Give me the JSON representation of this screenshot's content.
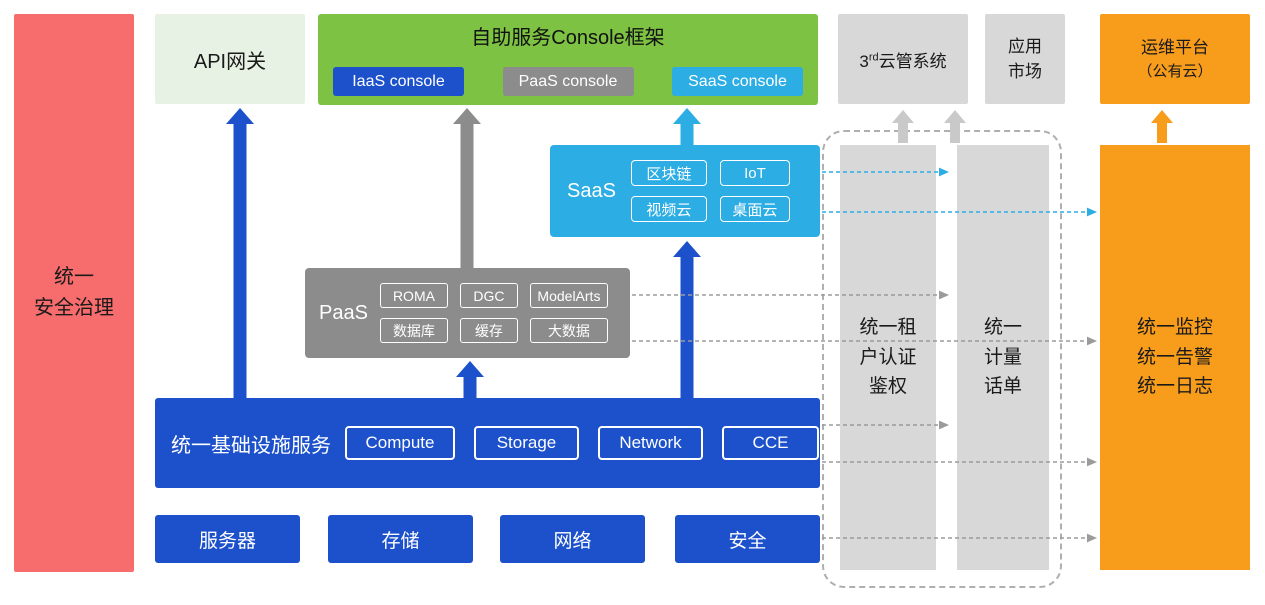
{
  "security_bar": {
    "label": "统一\n安全治理"
  },
  "api_gateway": {
    "label": "API网关"
  },
  "console_framework": {
    "title": "自助服务Console框架",
    "consoles": [
      {
        "label": "IaaS console",
        "color": "#1C51CB"
      },
      {
        "label": "PaaS console",
        "color": "#8C8C8C"
      },
      {
        "label": "SaaS console",
        "color": "#2CADE4"
      }
    ]
  },
  "third_party_cloud": {
    "prefix": "3",
    "sup": "rd",
    "suffix": "云管系统"
  },
  "app_market": {
    "label": "应用\n市场"
  },
  "ops_platform": {
    "line1": "运维平台",
    "line2": "（公有云）"
  },
  "saas": {
    "label": "SaaS",
    "items": [
      "区块链",
      "IoT",
      "视频云",
      "桌面云"
    ]
  },
  "paas": {
    "label": "PaaS",
    "items": [
      "ROMA",
      "DGC",
      "ModelArts",
      "数据库",
      "缓存",
      "大数据"
    ]
  },
  "iaas": {
    "label": "统一基础设施服务",
    "items": [
      "Compute",
      "Storage",
      "Network",
      "CCE"
    ]
  },
  "hardware": {
    "items": [
      "服务器",
      "存储",
      "网络",
      "安全"
    ]
  },
  "pillars": {
    "auth": {
      "label": "统一租\n户认证\n鉴权"
    },
    "metering": {
      "label": "统一\n计量\n话单"
    },
    "monitoring": {
      "label": "统一监控\n统一告警\n统一日志"
    }
  },
  "colors": {
    "blue": "#1C51CB",
    "gray": "#8C8C8C",
    "cyan": "#2CADE4",
    "green": "#7DC242",
    "light_green": "#E7F2E4",
    "light_gray": "#D8D8D8",
    "orange": "#F89C1C",
    "red": "#F76C6C"
  },
  "connections": [
    {
      "from": "统一基础设施服务",
      "to": "API网关",
      "style": "solid",
      "color": "blue"
    },
    {
      "from": "PaaS",
      "to": "自助服务Console框架",
      "style": "solid",
      "color": "gray"
    },
    {
      "from": "统一基础设施服务",
      "to": "PaaS",
      "style": "solid",
      "color": "blue"
    },
    {
      "from": "SaaS",
      "to": "SaaS console",
      "style": "solid",
      "color": "cyan"
    },
    {
      "from": "统一基础设施服务",
      "to": "SaaS",
      "style": "solid",
      "color": "blue"
    },
    {
      "from": "统一租户认证鉴权",
      "to": "3rd云管系统",
      "style": "solid",
      "color": "light_gray"
    },
    {
      "from": "统一计量话单",
      "to": "3rd云管系统",
      "style": "solid",
      "color": "light_gray"
    },
    {
      "from": "统一监控告警日志",
      "to": "运维平台（公有云）",
      "style": "solid",
      "color": "orange"
    },
    {
      "from": "SaaS",
      "to": "统一计量话单",
      "style": "dashed",
      "color": "cyan"
    },
    {
      "from": "SaaS",
      "to": "统一监控告警日志",
      "style": "dashed",
      "color": "cyan"
    },
    {
      "from": "PaaS",
      "to": "统一计量话单",
      "style": "dashed",
      "color": "gray"
    },
    {
      "from": "PaaS",
      "to": "统一监控告警日志",
      "style": "dashed",
      "color": "gray"
    },
    {
      "from": "统一基础设施服务",
      "to": "统一计量话单",
      "style": "dashed",
      "color": "gray"
    },
    {
      "from": "统一基础设施服务",
      "to": "统一监控告警日志",
      "style": "dashed",
      "color": "gray"
    },
    {
      "from": "安全",
      "to": "统一监控告警日志",
      "style": "dashed",
      "color": "gray"
    }
  ]
}
